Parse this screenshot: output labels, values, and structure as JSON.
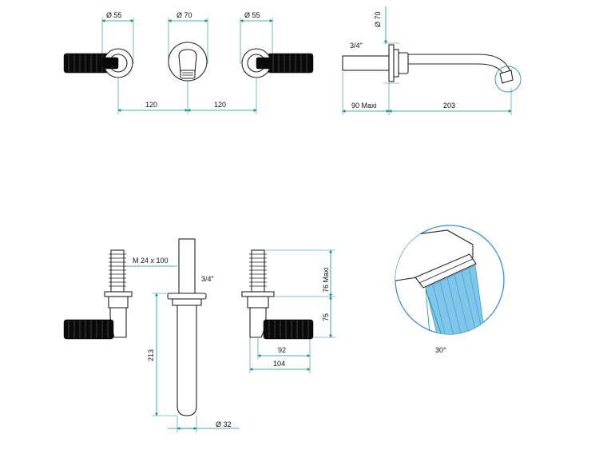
{
  "top_view": {
    "left_handle_diameter": "Ø 55",
    "center_spout_diameter": "Ø 70",
    "right_handle_diameter": "Ø 55",
    "spacing_left": "120",
    "spacing_right": "120"
  },
  "side_spout": {
    "flange_diameter": "Ø 70",
    "thread": "3/4\"",
    "wall_depth": "90 Maxi",
    "projection": "203"
  },
  "bottom_left": {
    "thread_size": "M 24 x 100"
  },
  "bottom_center": {
    "thread": "3/4\"",
    "height": "213",
    "diameter": "Ø 32"
  },
  "bottom_right": {
    "max_depth": "76 Maxi",
    "height": "75",
    "dim_92": "92",
    "dim_104": "104"
  },
  "detail": {
    "angle": "30°"
  },
  "colors": {
    "dimension_line": "#1b8f8f",
    "outline": "#222222",
    "hose": "#0a0a0a",
    "spray": "#7fc6ea"
  }
}
